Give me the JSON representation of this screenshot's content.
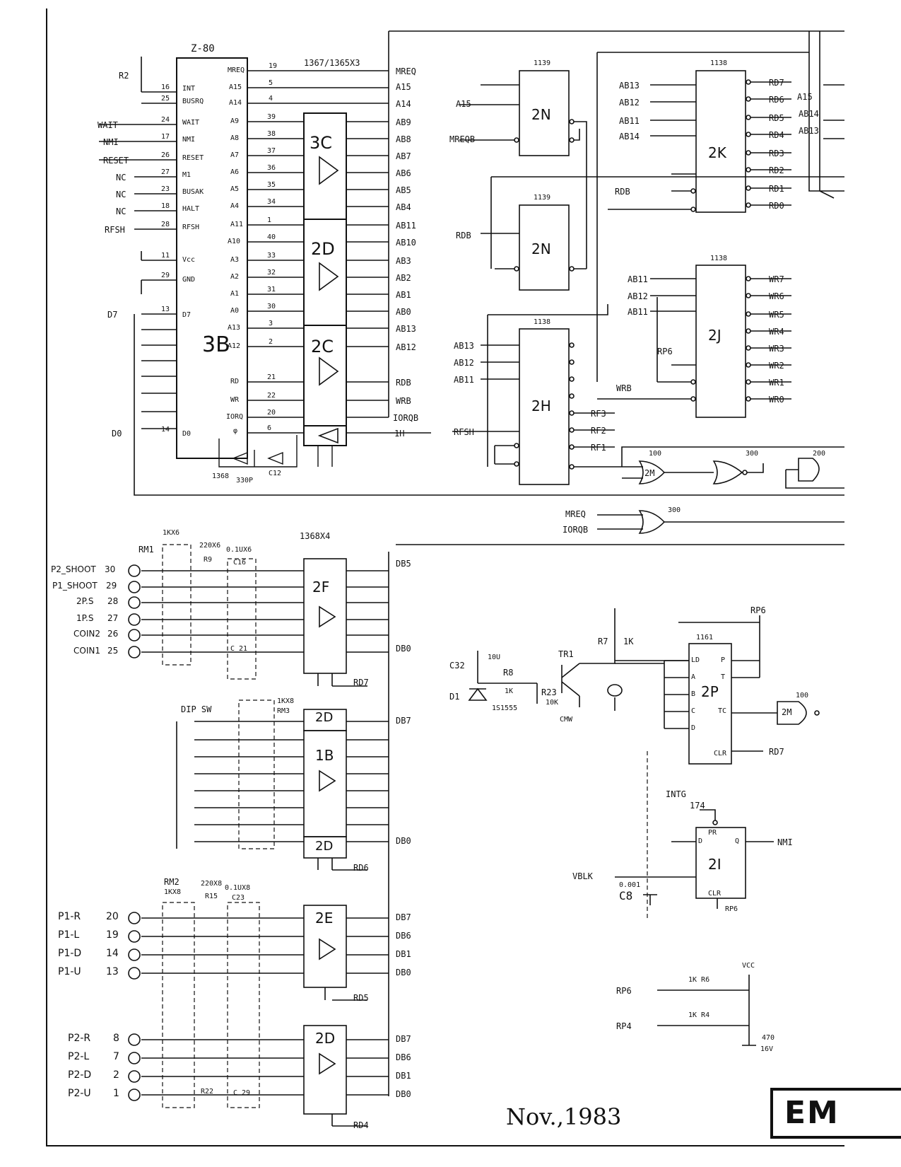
{
  "cpu": {
    "part": "Z-80",
    "ref": "3B",
    "left_pins": [
      {
        "sig": "INT",
        "pin": "16"
      },
      {
        "sig": "BUSRQ",
        "pin": "25"
      },
      {
        "sig": "WAIT",
        "pin": "24"
      },
      {
        "sig": "NMI",
        "pin": "17"
      },
      {
        "sig": "RESET",
        "pin": "26"
      },
      {
        "sig": "M1",
        "pin": "27"
      },
      {
        "sig": "BUSAK",
        "pin": "23"
      },
      {
        "sig": "HALT",
        "pin": "18"
      },
      {
        "sig": "RFSH",
        "pin": "28"
      },
      {
        "sig": "Vcc",
        "pin": "11"
      },
      {
        "sig": "GND",
        "pin": "29"
      },
      {
        "sig": "D7",
        "pin": "13"
      },
      {
        "sig": "D0",
        "pin": "14"
      }
    ],
    "right_pins": [
      {
        "sig": "MREQ",
        "pin": "19"
      },
      {
        "sig": "A15",
        "pin": "5"
      },
      {
        "sig": "A14",
        "pin": "4"
      },
      {
        "sig": "A9",
        "pin": "39"
      },
      {
        "sig": "A8",
        "pin": "38"
      },
      {
        "sig": "A7",
        "pin": "37"
      },
      {
        "sig": "A6",
        "pin": "36"
      },
      {
        "sig": "A5",
        "pin": "35"
      },
      {
        "sig": "A4",
        "pin": "34"
      },
      {
        "sig": "A11",
        "pin": "1"
      },
      {
        "sig": "A10",
        "pin": "40"
      },
      {
        "sig": "A3",
        "pin": "33"
      },
      {
        "sig": "A2",
        "pin": "32"
      },
      {
        "sig": "A1",
        "pin": "31"
      },
      {
        "sig": "A0",
        "pin": "30"
      },
      {
        "sig": "A13",
        "pin": "3"
      },
      {
        "sig": "A12",
        "pin": "2"
      },
      {
        "sig": "RD",
        "pin": "21"
      },
      {
        "sig": "WR",
        "pin": "22"
      },
      {
        "sig": "IORQ",
        "pin": "20"
      },
      {
        "sig": "φ",
        "pin": "6"
      }
    ]
  },
  "left_inputs": [
    "R2",
    "WAIT",
    "NMI",
    "RESET",
    "NC",
    "NC",
    "NC",
    "RFSH",
    "D7",
    "D0"
  ],
  "buffers_top": {
    "part_label": "1367/1365X3",
    "refs": [
      "3C",
      "2D",
      "2C"
    ],
    "outputs": [
      "MREQ",
      "A15",
      "A14",
      "AB9",
      "AB8",
      "AB7",
      "AB6",
      "AB5",
      "AB4",
      "AB11",
      "AB10",
      "AB3",
      "AB2",
      "AB1",
      "AB0",
      "AB13",
      "AB12",
      "RDB",
      "WRB",
      "IORQB",
      "1H"
    ]
  },
  "clock": {
    "labels": [
      "1368",
      "330P",
      "C12"
    ]
  },
  "decoders": [
    {
      "part": "1139",
      "ref": "2N",
      "inputs": [
        "A15",
        "MREQB"
      ]
    },
    {
      "part": "1139",
      "ref": "2N",
      "inputs": [
        "RDB"
      ]
    },
    {
      "part": "1138",
      "ref": "2H",
      "inputs": [
        "AB13",
        "AB12",
        "AB11",
        "RFSH"
      ],
      "outputs": [
        "RF3",
        "RF2",
        "RF1"
      ]
    },
    {
      "part": "1138",
      "ref": "2K",
      "inputs": [
        "AB13",
        "AB12",
        "AB11",
        "AB14",
        "RDB"
      ],
      "outputs": [
        "RD7",
        "RD6",
        "RD5",
        "RD4",
        "RD3",
        "RD2",
        "RD1",
        "RD0"
      ]
    },
    {
      "part": "1138",
      "ref": "2J",
      "inputs": [
        "AB11",
        "AB12",
        "AB11",
        "RP6",
        "WRB"
      ],
      "outputs": [
        "WR7",
        "WR6",
        "WR5",
        "WR4",
        "WR3",
        "WR2",
        "WR1",
        "WR0"
      ]
    }
  ],
  "address_bus_right": [
    "A15",
    "AB14",
    "AB13"
  ],
  "gates": {
    "part_a": "100",
    "ref_a": "2M",
    "part_b": "300",
    "part_c": "200",
    "part_d": "300",
    "inputs": [
      "MREQ",
      "IORQB"
    ]
  },
  "input_ports": [
    {
      "res_net": "1KX6",
      "rm": "RM1",
      "r_label": "220X6",
      "r9": "R9",
      "cap": "0.1UX6",
      "c_label": "C16",
      "c21": "C 21",
      "buffer": "2F",
      "part": "1368X4",
      "enable": "RD7",
      "db_top": "DB5",
      "db_bot": "DB0",
      "lines": [
        {
          "name": "P2_SHOOT",
          "pin": "30"
        },
        {
          "name": "P1_SHOOT",
          "pin": "29"
        },
        {
          "name": "2P.S",
          "pin": "28"
        },
        {
          "name": "1P.S",
          "pin": "27"
        },
        {
          "name": "COIN2",
          "pin": "26"
        },
        {
          "name": "COIN1",
          "pin": "25"
        }
      ]
    },
    {
      "label": "DIP SW",
      "res_net": "1KX8",
      "rm": "RM3",
      "buffer": "1B",
      "sub_top": "2D",
      "sub_bot": "2D",
      "enable": "RD6",
      "db_top": "DB7",
      "db_bot": "DB0"
    },
    {
      "rm": "RM2",
      "res_net": "1KX8",
      "r_label": "220X8",
      "r15": "R15",
      "cap": "0.1UX8",
      "c_label": "C23",
      "buffer": "2E",
      "enable": "RD5",
      "lines": [
        {
          "name": "P1-R",
          "pin": "20"
        },
        {
          "name": "P1-L",
          "pin": "19"
        },
        {
          "name": "P1-D",
          "pin": "14"
        },
        {
          "name": "P1-U",
          "pin": "13"
        }
      ],
      "db": [
        "DB7",
        "DB6",
        "DB1",
        "DB0"
      ]
    },
    {
      "buffer": "2D",
      "enable": "RD4",
      "c_label": "C 29",
      "r_label": "R22",
      "lines": [
        {
          "name": "P2-R",
          "pin": "8"
        },
        {
          "name": "P2-L",
          "pin": "7"
        },
        {
          "name": "P2-D",
          "pin": "2"
        },
        {
          "name": "P2-U",
          "pin": "1"
        }
      ],
      "db": [
        "DB7",
        "DB6",
        "DB1",
        "DB0"
      ]
    }
  ],
  "counter": {
    "part": "1161",
    "ref": "2P",
    "pins": [
      "LD",
      "P",
      "T",
      "A",
      "B",
      "C",
      "D",
      "TC",
      "CLR"
    ],
    "pullup": "RP6",
    "out_gate": "2M",
    "out_part": "100",
    "enable": "RD7",
    "transistor": "TR1",
    "r7": "R7",
    "r7_val": "1K",
    "r8": "R8",
    "r8_val": "1K",
    "r23": "R23",
    "r23_val": "10K",
    "c32": "C32",
    "c32_val": "10U",
    "d1": "D1",
    "d1_val": "1S1555",
    "cmw": "CMW"
  },
  "flipflop": {
    "part": "174",
    "ref": "2I",
    "in": "INTG",
    "clk": "VBLK",
    "out": "NMI",
    "clr": "RP6",
    "pins": [
      "D",
      "PR",
      "Q",
      "CLR"
    ],
    "cap": "C8",
    "cap_val": "0.001"
  },
  "pullups": [
    {
      "net": "RP6",
      "r": "1K R6"
    },
    {
      "net": "RP4",
      "r": "1K R4"
    }
  ],
  "reg_cap": {
    "val": "470",
    "unit": "16V",
    "net": "VCC"
  },
  "footer": {
    "date": "Nov.,1983",
    "logo": "EM"
  }
}
